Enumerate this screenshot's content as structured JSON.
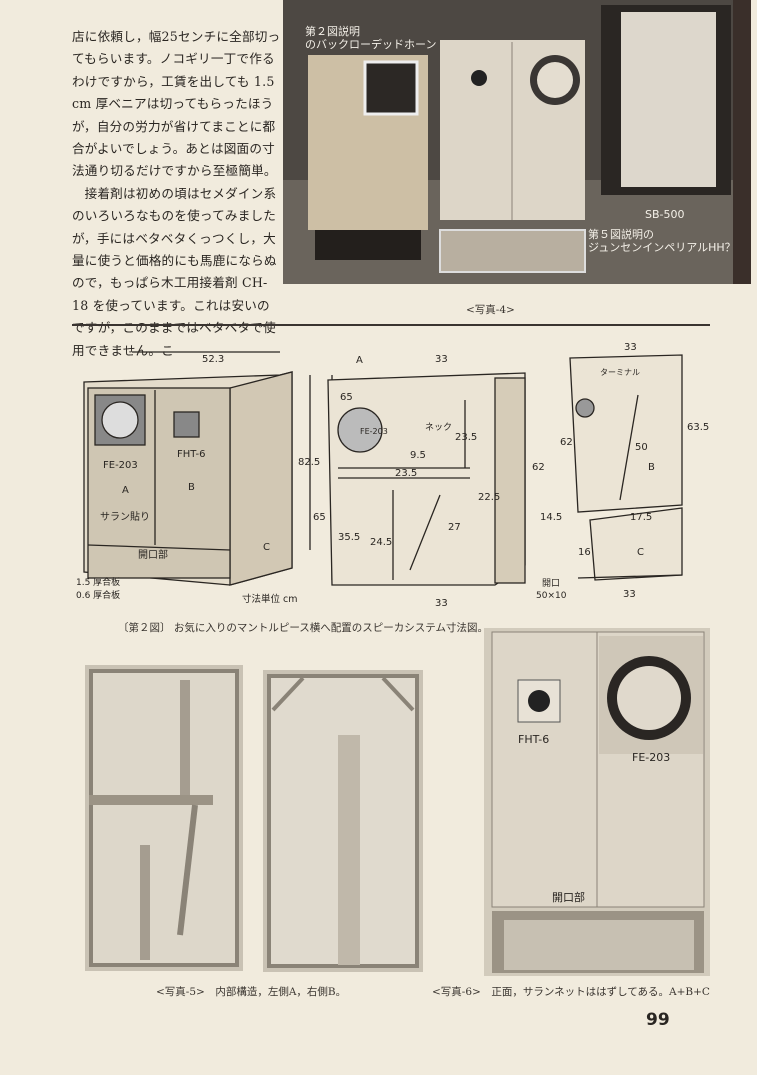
{
  "body_text": {
    "paragraph1": "店に依頼し，幅25センチに全部切ってもらいます。ノコギリ一丁で作るわけですから，工賃を出しても 1.5 cm 厚ベニアは切ってもらったほうが，自分の労力が省けてまことに都合がよいでしょう。あとは図面の寸法通り切るだけですから至極簡単。",
    "paragraph2": "接着剤は初めの頃はセメダイン系のいろいろなものを使ってみましたが，手にはベタベタくっつくし，大量に使うと価格的にも馬鹿にならぬので，もっぱら木工用接着剤 CH-18 を使っています。これは安いのですが，このままではベタベタで使用できません。こ"
  },
  "photo4": {
    "label_left_1": "第２図説明",
    "label_left_2": "のバックローデッドホーン",
    "label_sb": "SB-500",
    "label_right_1": "第５図説明の",
    "label_right_2": "ジュンセンインペリアルHH？",
    "caption": "<写真-4>"
  },
  "figure2": {
    "d1": {
      "width": "52.3",
      "h1": "82.5",
      "h2": "65",
      "woofer": "FE-203",
      "tweeter": "FHT-6",
      "a": "A",
      "b": "B",
      "c": "C",
      "saran": "サラン貼り",
      "opening": "開口部",
      "mat1": "1.5 厚合板",
      "mat2": "0.6 厚合板",
      "unit": "寸法単位 cm"
    },
    "d2": {
      "a": "A",
      "top": "33",
      "bottom": "33",
      "h65": "65",
      "h62": "62",
      "h355": "35.5",
      "h245": "24.5",
      "w235": "23.5",
      "v235": "23.5",
      "d95": "9.5",
      "d225": "22.5",
      "d27": "27",
      "neck": "ネック",
      "driver": "FE-203"
    },
    "d3": {
      "top": "33",
      "bottom": "33",
      "h62": "62",
      "h635": "63.5",
      "h50": "50",
      "h145": "14.5",
      "w175": "17.5",
      "h16": "16",
      "b": "B",
      "c": "C",
      "terminal": "ターミナル",
      "opening": "開口",
      "opening_size": "50×10"
    },
    "caption": "〔第２図〕 お気に入りのマントルピース横へ配置のスピーカシステム寸法図。"
  },
  "photo6": {
    "tweeter": "FHT-6",
    "woofer": "FE-203",
    "opening": "開口部"
  },
  "captions": {
    "photo5": "<写真-5>　内部構造，左側A，右側B。",
    "photo6": "<写真-6>　正面，サランネットははずしてある。A+B+C"
  },
  "page_number": "99"
}
